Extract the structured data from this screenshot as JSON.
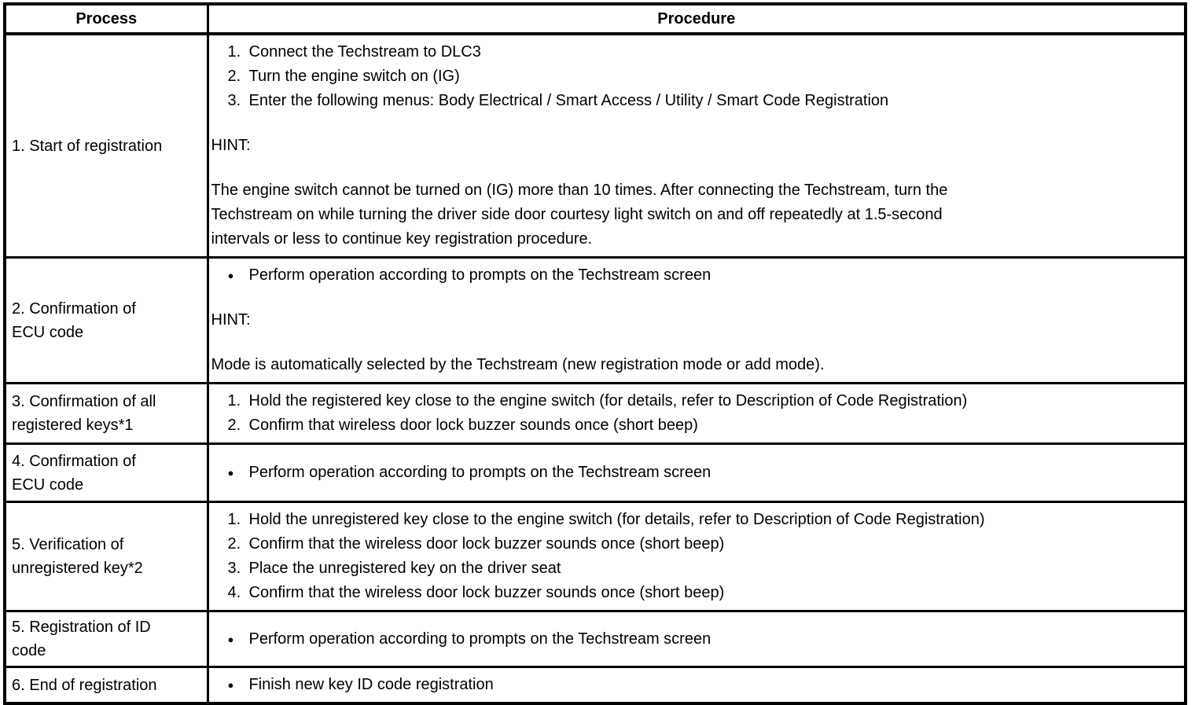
{
  "page": {
    "background": "#ffffff",
    "text_color": "#000000",
    "border_color": "#000000"
  },
  "header": {
    "process": "Process",
    "procedure": "Procedure"
  },
  "rows": [
    {
      "process": "1. Start of registration",
      "items": [
        {
          "marker": "1.",
          "text": "Connect the Techstream to DLC3"
        },
        {
          "marker": "2.",
          "text": "Turn the engine switch on (IG)"
        },
        {
          "marker": "3.",
          "text": "Enter the following menus: Body Electrical / Smart Access / Utility / Smart Code Registration"
        }
      ],
      "hint_label": "HINT:",
      "hint": "The engine switch cannot be turned on (IG) more than 10 times. After connecting the Techstream, turn the\nTechstream on while turning the driver side door courtesy light switch on and off repeatedly at 1.5-second\nintervals or less to continue key registration procedure."
    },
    {
      "process": "2. Confirmation of\nECU code",
      "items": [
        {
          "marker": "●",
          "text": "Perform operation according to prompts on the Techstream screen"
        }
      ],
      "hint_label": "HINT:",
      "hint": "Mode is automatically selected by the Techstream (new registration mode or add mode)."
    },
    {
      "process": "3. Confirmation of all\nregistered keys*1",
      "items": [
        {
          "marker": "1.",
          "text": "Hold the registered key close to the engine switch (for details, refer to Description of Code Registration)"
        },
        {
          "marker": "2.",
          "text": "Confirm that wireless door lock buzzer sounds once (short beep)"
        }
      ]
    },
    {
      "process": "4. Confirmation of\nECU code",
      "items": [
        {
          "marker": "●",
          "text": "Perform operation according to prompts on the Techstream screen"
        }
      ]
    },
    {
      "process": "5. Verification of\nunregistered key*2",
      "items": [
        {
          "marker": "1.",
          "text": "Hold the unregistered key close to the engine switch (for details, refer to Description of Code Registration)"
        },
        {
          "marker": "2.",
          "text": "Confirm that the wireless door lock buzzer sounds once (short beep)"
        },
        {
          "marker": "3.",
          "text": "Place the unregistered key on the driver seat"
        },
        {
          "marker": "4.",
          "text": "Confirm that the wireless door lock buzzer sounds once (short beep)"
        }
      ]
    },
    {
      "process": "5. Registration of ID\ncode",
      "items": [
        {
          "marker": "●",
          "text": "Perform operation according to prompts on the Techstream screen"
        }
      ]
    },
    {
      "process": "6. End of registration",
      "items": [
        {
          "marker": "●",
          "text": "Finish new key ID code registration"
        }
      ]
    }
  ]
}
